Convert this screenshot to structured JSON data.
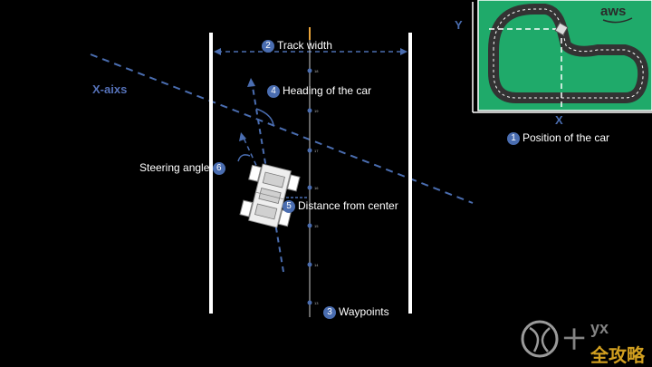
{
  "labels": {
    "track_width": {
      "num": "2",
      "text": "Track width"
    },
    "heading": {
      "num": "4",
      "text": "Heading of the car"
    },
    "steering": {
      "num": "6",
      "text": "Steering angle"
    },
    "distance": {
      "num": "5",
      "text": "Distance from center"
    },
    "waypoints": {
      "num": "3",
      "text": "Waypoints"
    },
    "position": {
      "num": "1",
      "text": "Position of the car"
    }
  },
  "x_axis_label": "X-aixs",
  "inset": {
    "x_label": "X",
    "y_label": "Y",
    "brand": "aws"
  },
  "waypoint_ids": [
    "18",
    "19",
    "17",
    "16",
    "15",
    "14",
    "13"
  ],
  "watermark": {
    "prefix": "十",
    "suffix": "yx",
    "cn": "全攻略"
  },
  "colors": {
    "accent": "#4a6db0",
    "track_green": "#1faa6a",
    "center_line": "#e8a33a"
  },
  "icons": [
    "car-icon",
    "watermark-logo-icon"
  ]
}
